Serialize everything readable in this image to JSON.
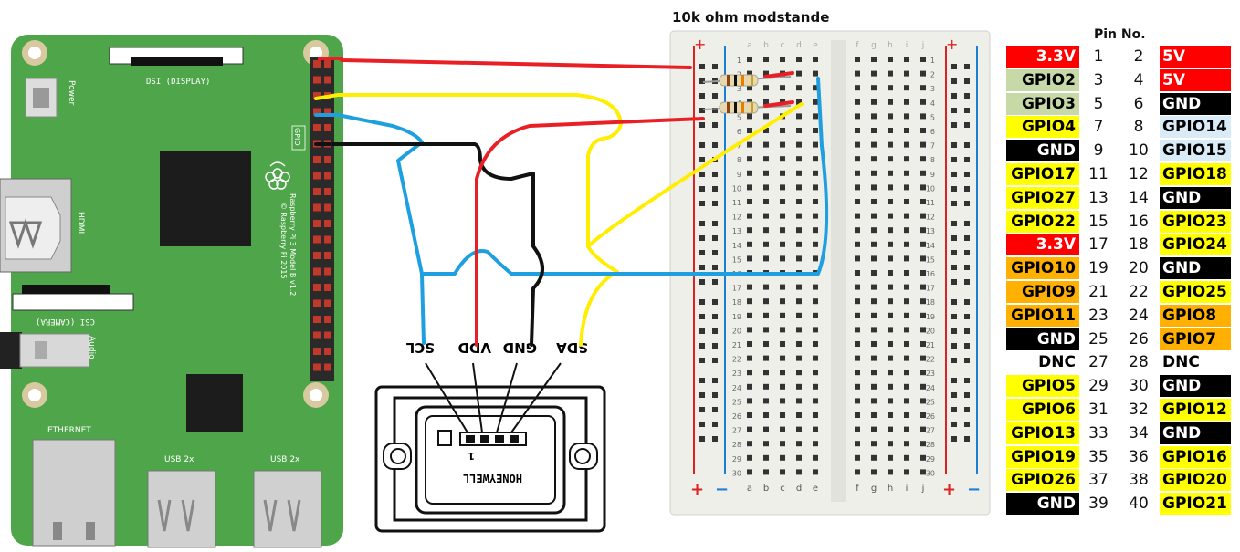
{
  "title": "10k ohm modstande",
  "pi": {
    "labels": {
      "power": "Power",
      "dsi": "DSI (DISPLAY)",
      "hdmi": "HDMI",
      "csi": "CSI (CAMERA)",
      "audio": "Audio",
      "ethernet": "ETHERNET",
      "usb1": "USB 2x",
      "usb2": "USB 2x",
      "gpio": "GPIO",
      "model": "Raspberry Pi 3 Model B v1.2",
      "copyright": "© Raspberry Pi 2015"
    }
  },
  "sensor": {
    "name": "HONEYWELL",
    "pins": [
      "SCL",
      "VDD",
      "GND",
      "SDA"
    ],
    "pin1_marker": "1"
  },
  "breadboard": {
    "col_letters_left": [
      "a",
      "b",
      "c",
      "d",
      "e"
    ],
    "col_letters_right": [
      "f",
      "g",
      "h",
      "i",
      "j"
    ],
    "row_count": 30,
    "plus": "+",
    "minus": "−"
  },
  "pinout": {
    "header": "Pin No.",
    "rows": [
      {
        "l": "3.3V",
        "ln": "1",
        "rn": "2",
        "r": "5V",
        "lc": "red",
        "rc": "red"
      },
      {
        "l": "GPIO2",
        "ln": "3",
        "rn": "4",
        "r": "5V",
        "lc": "green",
        "rc": "red"
      },
      {
        "l": "GPIO3",
        "ln": "5",
        "rn": "6",
        "r": "GND",
        "lc": "green",
        "rc": "black"
      },
      {
        "l": "GPIO4",
        "ln": "7",
        "rn": "8",
        "r": "GPIO14",
        "lc": "yellow",
        "rc": "blue"
      },
      {
        "l": "GND",
        "ln": "9",
        "rn": "10",
        "r": "GPIO15",
        "lc": "black",
        "rc": "blue"
      },
      {
        "l": "GPIO17",
        "ln": "11",
        "rn": "12",
        "r": "GPIO18",
        "lc": "yellow",
        "rc": "yellow"
      },
      {
        "l": "GPIO27",
        "ln": "13",
        "rn": "14",
        "r": "GND",
        "lc": "yellow",
        "rc": "black"
      },
      {
        "l": "GPIO22",
        "ln": "15",
        "rn": "16",
        "r": "GPIO23",
        "lc": "yellow",
        "rc": "yellow"
      },
      {
        "l": "3.3V",
        "ln": "17",
        "rn": "18",
        "r": "GPIO24",
        "lc": "red",
        "rc": "yellow"
      },
      {
        "l": "GPIO10",
        "ln": "19",
        "rn": "20",
        "r": "GND",
        "lc": "orange",
        "rc": "black"
      },
      {
        "l": "GPIO9",
        "ln": "21",
        "rn": "22",
        "r": "GPIO25",
        "lc": "orange",
        "rc": "yellow"
      },
      {
        "l": "GPIO11",
        "ln": "23",
        "rn": "24",
        "r": "GPIO8",
        "lc": "orange",
        "rc": "orange"
      },
      {
        "l": "GND",
        "ln": "25",
        "rn": "26",
        "r": "GPIO7",
        "lc": "black",
        "rc": "orange"
      },
      {
        "l": "DNC",
        "ln": "27",
        "rn": "28",
        "r": "DNC",
        "lc": "none",
        "rc": "none"
      },
      {
        "l": "GPIO5",
        "ln": "29",
        "rn": "30",
        "r": "GND",
        "lc": "yellow",
        "rc": "black"
      },
      {
        "l": "GPIO6",
        "ln": "31",
        "rn": "32",
        "r": "GPIO12",
        "lc": "yellow",
        "rc": "yellow"
      },
      {
        "l": "GPIO13",
        "ln": "33",
        "rn": "34",
        "r": "GND",
        "lc": "yellow",
        "rc": "black"
      },
      {
        "l": "GPIO19",
        "ln": "35",
        "rn": "36",
        "r": "GPIO16",
        "lc": "yellow",
        "rc": "yellow"
      },
      {
        "l": "GPIO26",
        "ln": "37",
        "rn": "38",
        "r": "GPIO20",
        "lc": "yellow",
        "rc": "yellow"
      },
      {
        "l": "GND",
        "ln": "39",
        "rn": "40",
        "r": "GPIO21",
        "lc": "black",
        "rc": "yellow"
      }
    ]
  },
  "colors": {
    "pi_board": "#4fa64a",
    "pi_board_edge": "#3c8a38",
    "header_pins": "#c0392b",
    "wire_red": "#e82026",
    "wire_yellow": "#ffee00",
    "wire_blue": "#1ea0e0",
    "wire_black": "#111111",
    "breadboard": "#efefea",
    "rail_red": "#d22",
    "rail_blue": "#1a7fd0",
    "red": "#ff0000",
    "green": "#c6d9a6",
    "yellow": "#ffff00",
    "blue": "#d9ebf7",
    "black": "#000000",
    "orange": "#ffb000"
  }
}
